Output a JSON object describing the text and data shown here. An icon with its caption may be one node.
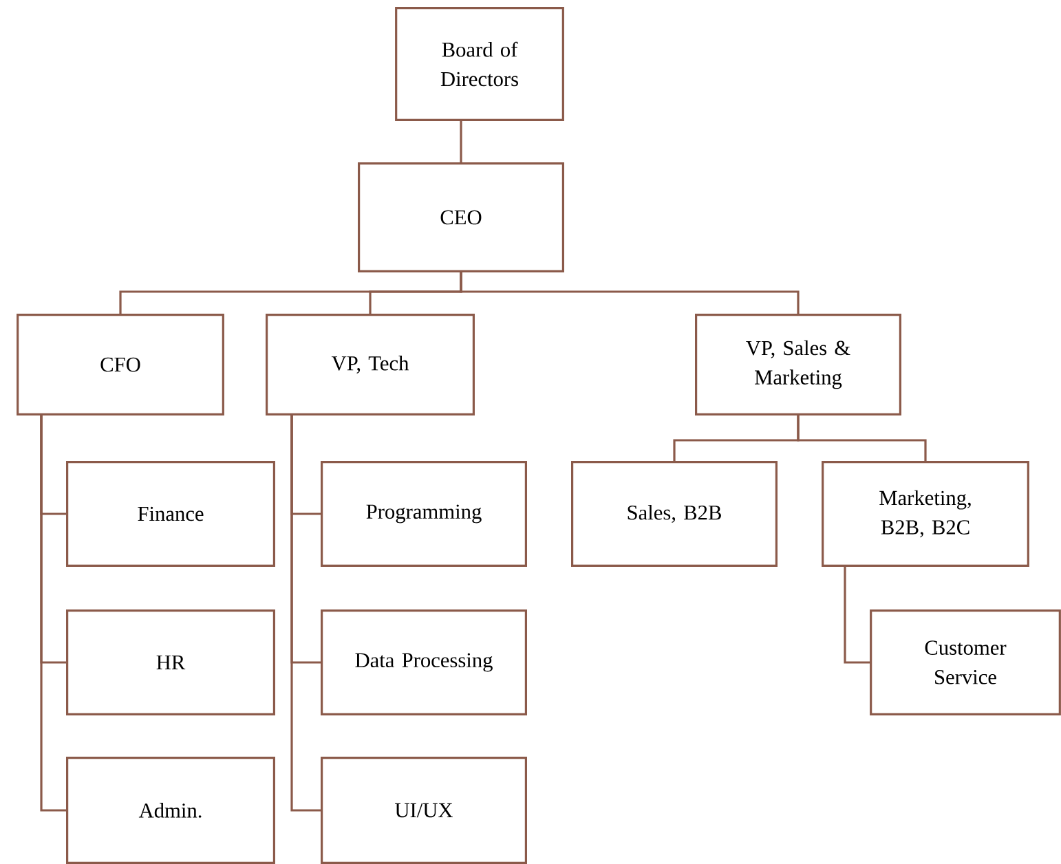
{
  "diagram": {
    "nodes": [
      {
        "text": [
          "Board of Directors"
        ]
      },
      {
        "text": [
          "CEO"
        ]
      },
      {
        "text": [
          "CFO"
        ]
      },
      {
        "text": [
          "VP, Tech"
        ]
      },
      {
        "text": [
          "VP, Sales & Marketing"
        ]
      },
      {
        "text": [
          "Finance"
        ]
      },
      {
        "text": [
          "HR"
        ]
      },
      {
        "text": [
          "Admin."
        ]
      },
      {
        "text": [
          "Programming"
        ]
      },
      {
        "text": [
          "Data Processing"
        ]
      },
      {
        "text": [
          "UI/UX"
        ]
      },
      {
        "text": [
          "Sales, B2B"
        ]
      },
      {
        "text": [
          "Marketing, B2B, B2C"
        ]
      },
      {
        "text": [
          "Customer Service"
        ]
      }
    ],
    "edges": [
      {
        "from": 0,
        "to": 1,
        "arrow": "none"
      },
      {
        "from": 1,
        "to": 2,
        "arrow": "none"
      },
      {
        "from": 1,
        "to": 3,
        "arrow": "none"
      },
      {
        "from": 1,
        "to": 4,
        "arrow": "none"
      },
      {
        "from": 2,
        "to": 5,
        "arrow": "none"
      },
      {
        "from": 2,
        "to": 6,
        "arrow": "none"
      },
      {
        "from": 2,
        "to": 7,
        "arrow": "none"
      },
      {
        "from": 3,
        "to": 8,
        "arrow": "none"
      },
      {
        "from": 3,
        "to": 9,
        "arrow": "none"
      },
      {
        "from": 3,
        "to": 10,
        "arrow": "none"
      },
      {
        "from": 4,
        "to": 11,
        "arrow": "none"
      },
      {
        "from": 4,
        "to": 12,
        "arrow": "none"
      },
      {
        "from": 12,
        "to": 13,
        "arrow": "none"
      }
    ]
  }
}
